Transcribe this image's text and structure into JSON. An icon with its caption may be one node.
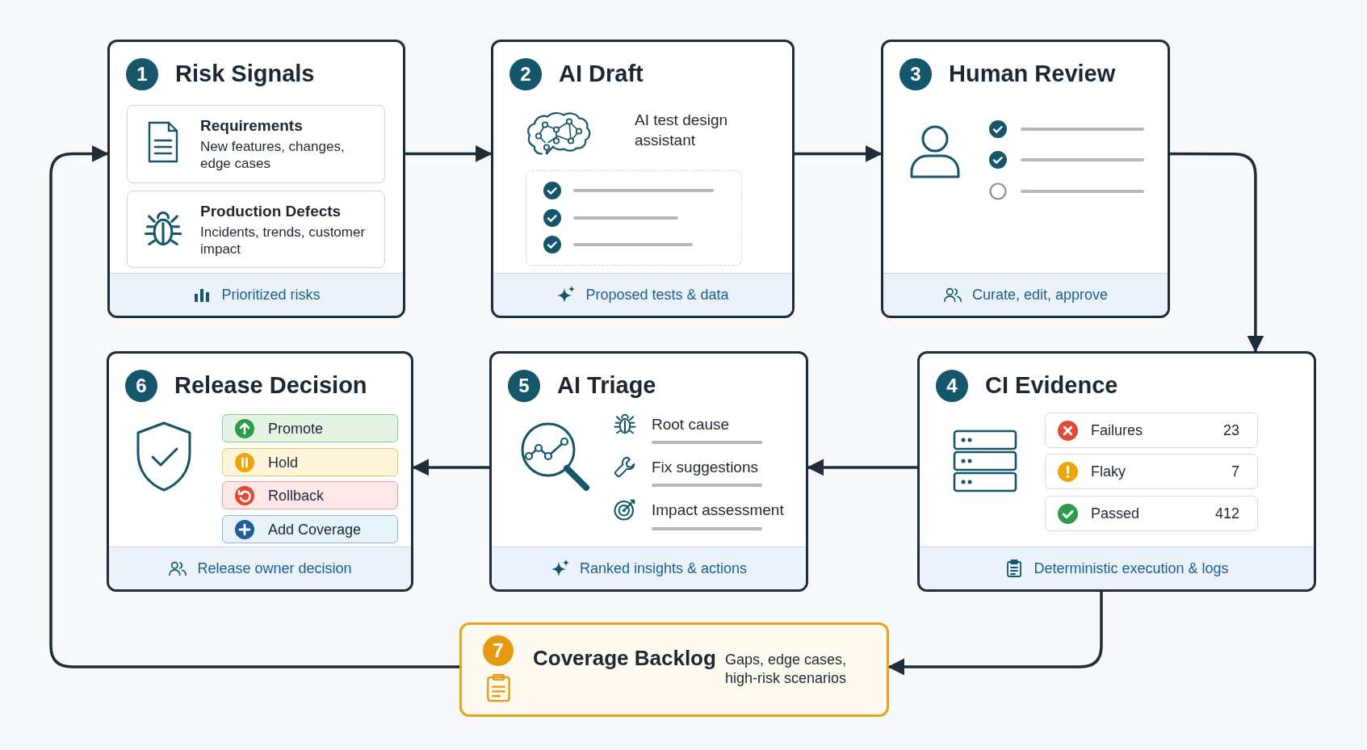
{
  "diagram": {
    "nodes": [
      {
        "text": [
          "1",
          "Risk Signals",
          "Prioritized risks"
        ]
      },
      {
        "text": [
          "Requirements",
          "New features, changes, edge cases"
        ],
        "in": 0
      },
      {
        "text": [
          "Production Defects",
          "Incidents, trends, customer impact"
        ],
        "in": 0
      },
      {
        "text": [
          "2",
          "AI Draft",
          "AI test design assistant",
          "Proposed tests & data"
        ]
      },
      {
        "text": [
          "3",
          "Human Review",
          "Curate, edit, approve"
        ]
      },
      {
        "text": [
          "6",
          "Release Decision",
          "Release owner decision"
        ]
      },
      {
        "text": [
          "Promote"
        ],
        "in": 5
      },
      {
        "text": [
          "Hold"
        ],
        "in": 5
      },
      {
        "text": [
          "Rollback"
        ],
        "in": 5
      },
      {
        "text": [
          "Add Coverage"
        ],
        "in": 5
      },
      {
        "text": [
          "5",
          "AI Triage",
          "Root cause",
          "Fix suggestions",
          "Impact assessment",
          "Ranked insights & actions"
        ]
      },
      {
        "text": [
          "4",
          "CI Evidence",
          "Deterministic execution & logs"
        ]
      },
      {
        "text": [
          "Failures",
          "23"
        ],
        "in": 11
      },
      {
        "text": [
          "Flaky",
          "7"
        ],
        "in": 11
      },
      {
        "text": [
          "Passed",
          "412"
        ],
        "in": 11
      },
      {
        "text": [
          "7",
          "Coverage Backlog",
          "Gaps, edge cases, high-risk scenarios"
        ]
      }
    ],
    "edges": [
      {
        "from": 0,
        "to": 3,
        "arrow": "to"
      },
      {
        "from": 3,
        "to": 4,
        "arrow": "to"
      },
      {
        "from": 4,
        "to": 11,
        "arrow": "to"
      },
      {
        "from": 11,
        "to": 10,
        "arrow": "to"
      },
      {
        "from": 10,
        "to": 5,
        "arrow": "to"
      },
      {
        "from": 11,
        "to": 15,
        "arrow": "to"
      },
      {
        "from": 15,
        "to": 0,
        "arrow": "to"
      }
    ]
  }
}
